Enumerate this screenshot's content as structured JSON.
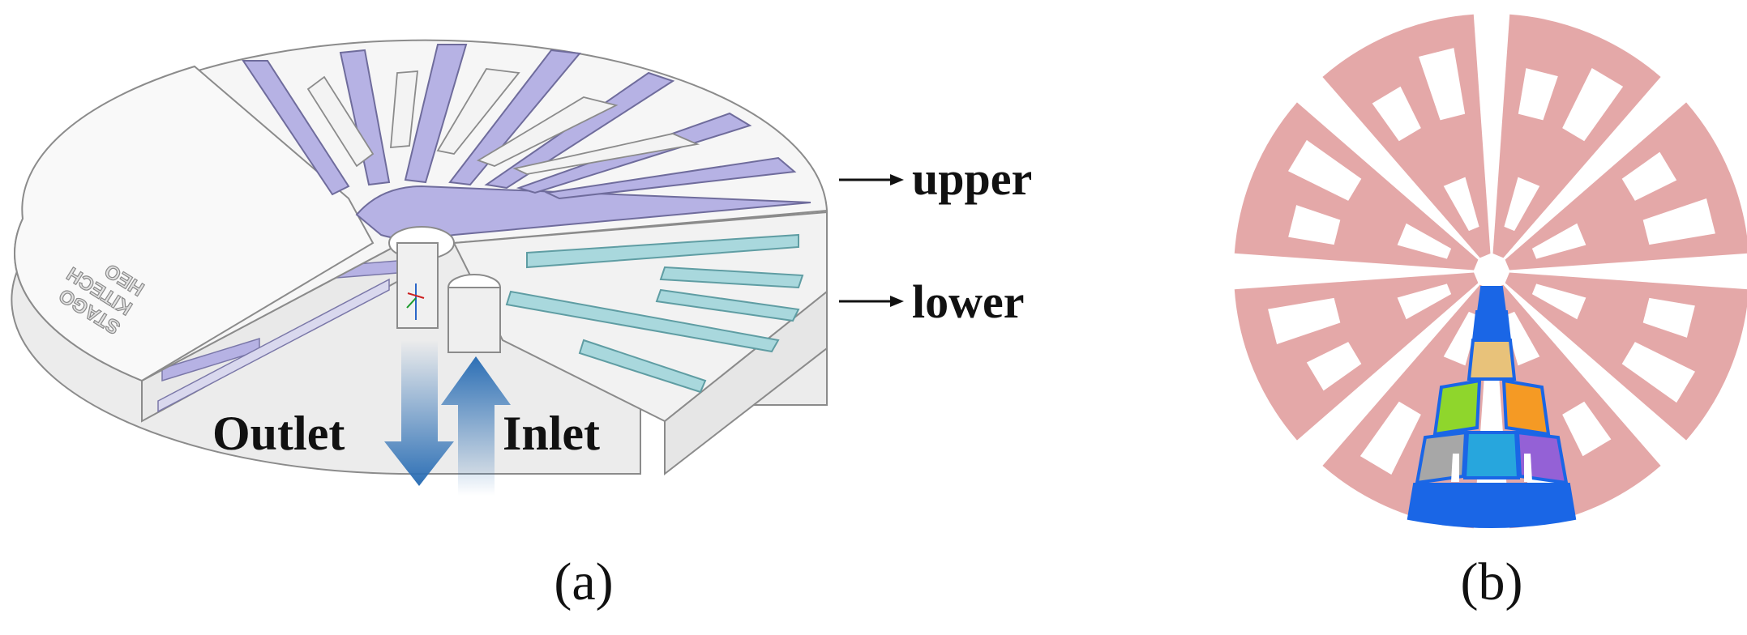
{
  "panel_a": {
    "label_upper": "upper",
    "label_lower": "lower",
    "label_outlet": "Outlet",
    "label_inlet": "Inlet",
    "engraving": [
      "STAGO",
      "KITECH",
      "HEO"
    ],
    "caption": "(a)"
  },
  "panel_b": {
    "caption": "(b)",
    "colors": {
      "sector": "#e4a8a8",
      "channel_highlight": "#1a66e6",
      "segments": [
        "#e8c27a",
        "#8fd62c",
        "#f59a24",
        "#a7a7a7",
        "#27a6dd",
        "#9461d6"
      ]
    }
  },
  "colors": {
    "upper_channel": "#b6b2e4",
    "lower_channel": "#a9d8dd",
    "body": "#f4f4f4",
    "edge": "#8b8b8b",
    "arrow": "#2c6fb5"
  }
}
